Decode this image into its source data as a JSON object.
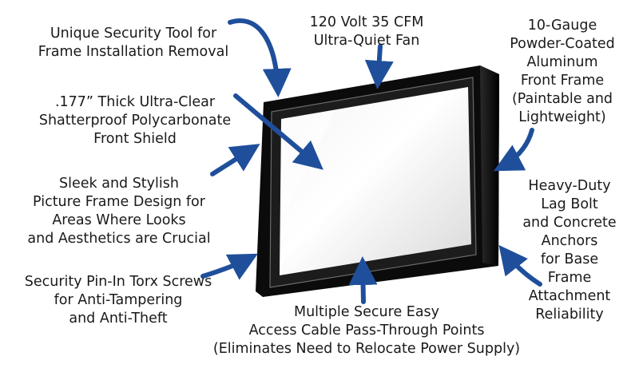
{
  "colors": {
    "arrow": "#1f4f9b",
    "frame": "#0c0c0c",
    "text": "#1a1a1a"
  },
  "callouts": {
    "security_tool": [
      "Unique Security Tool for",
      "Frame Installation Removal"
    ],
    "fan": [
      "120 Volt 35 CFM",
      "Ultra-Quiet Fan"
    ],
    "front_frame": [
      "10-Gauge",
      "Powder-Coated",
      "Aluminum",
      "Front Frame",
      "(Paintable and",
      "Lightweight)"
    ],
    "shield": [
      ".177” Thick Ultra-Clear",
      "Shatterproof Polycarbonate",
      "Front Shield"
    ],
    "design": [
      "Sleek and Stylish",
      "Picture Frame Design for",
      "Areas Where Looks",
      "and Aesthetics are Crucial"
    ],
    "lag_bolt": [
      "Heavy-Duty",
      "Lag Bolt",
      "and Concrete",
      "Anchors",
      "for Base",
      "Frame",
      "Attachment",
      "Reliability"
    ],
    "torx": [
      "Security Pin-In Torx Screws",
      "for Anti-Tampering",
      "and Anti-Theft"
    ],
    "cable": [
      "Multiple Secure Easy",
      "Access Cable Pass-Through Points",
      "(Eliminates Need to Relocate Power Supply)"
    ]
  }
}
